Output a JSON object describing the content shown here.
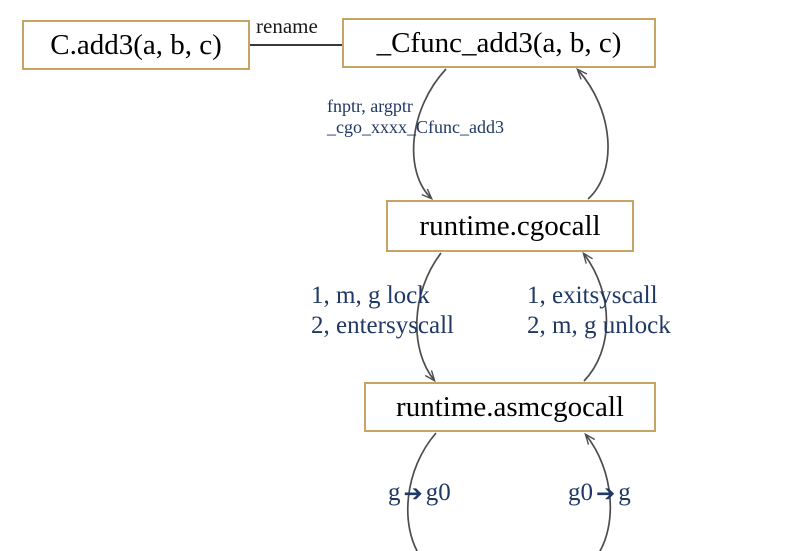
{
  "diagram": {
    "title": "cgo call chain",
    "background_color": "#ffffff",
    "box_border_color": "#c8a464",
    "annotation_color": "#1f3864",
    "connector_color": "#4d4d4d",
    "nodes": [
      {
        "id": "c_add3",
        "label": "C.add3(a, b, c)"
      },
      {
        "id": "cfunc_add3",
        "label": "_Cfunc_add3(a, b, c)"
      },
      {
        "id": "cgocall",
        "label": "runtime.cgocall"
      },
      {
        "id": "asmcgocall",
        "label": "runtime.asmcgocall"
      }
    ],
    "edge_labels": {
      "rename": "rename",
      "fnptr_line1": "fnptr, argptr",
      "fnptr_line2": "_cgo_xxxx_Cfunc_add3",
      "down_line1": "1, m, g lock",
      "down_line2": "2, entersyscall",
      "up_line1": "1, exitsyscall",
      "up_line2": "2, m, g unlock",
      "g_to_g0_from": "g",
      "g_to_g0_arrow": "➔",
      "g_to_g0_to": "g0",
      "g0_to_g_from": "g0",
      "g0_to_g_arrow": "➔",
      "g0_to_g_to": "g"
    }
  }
}
